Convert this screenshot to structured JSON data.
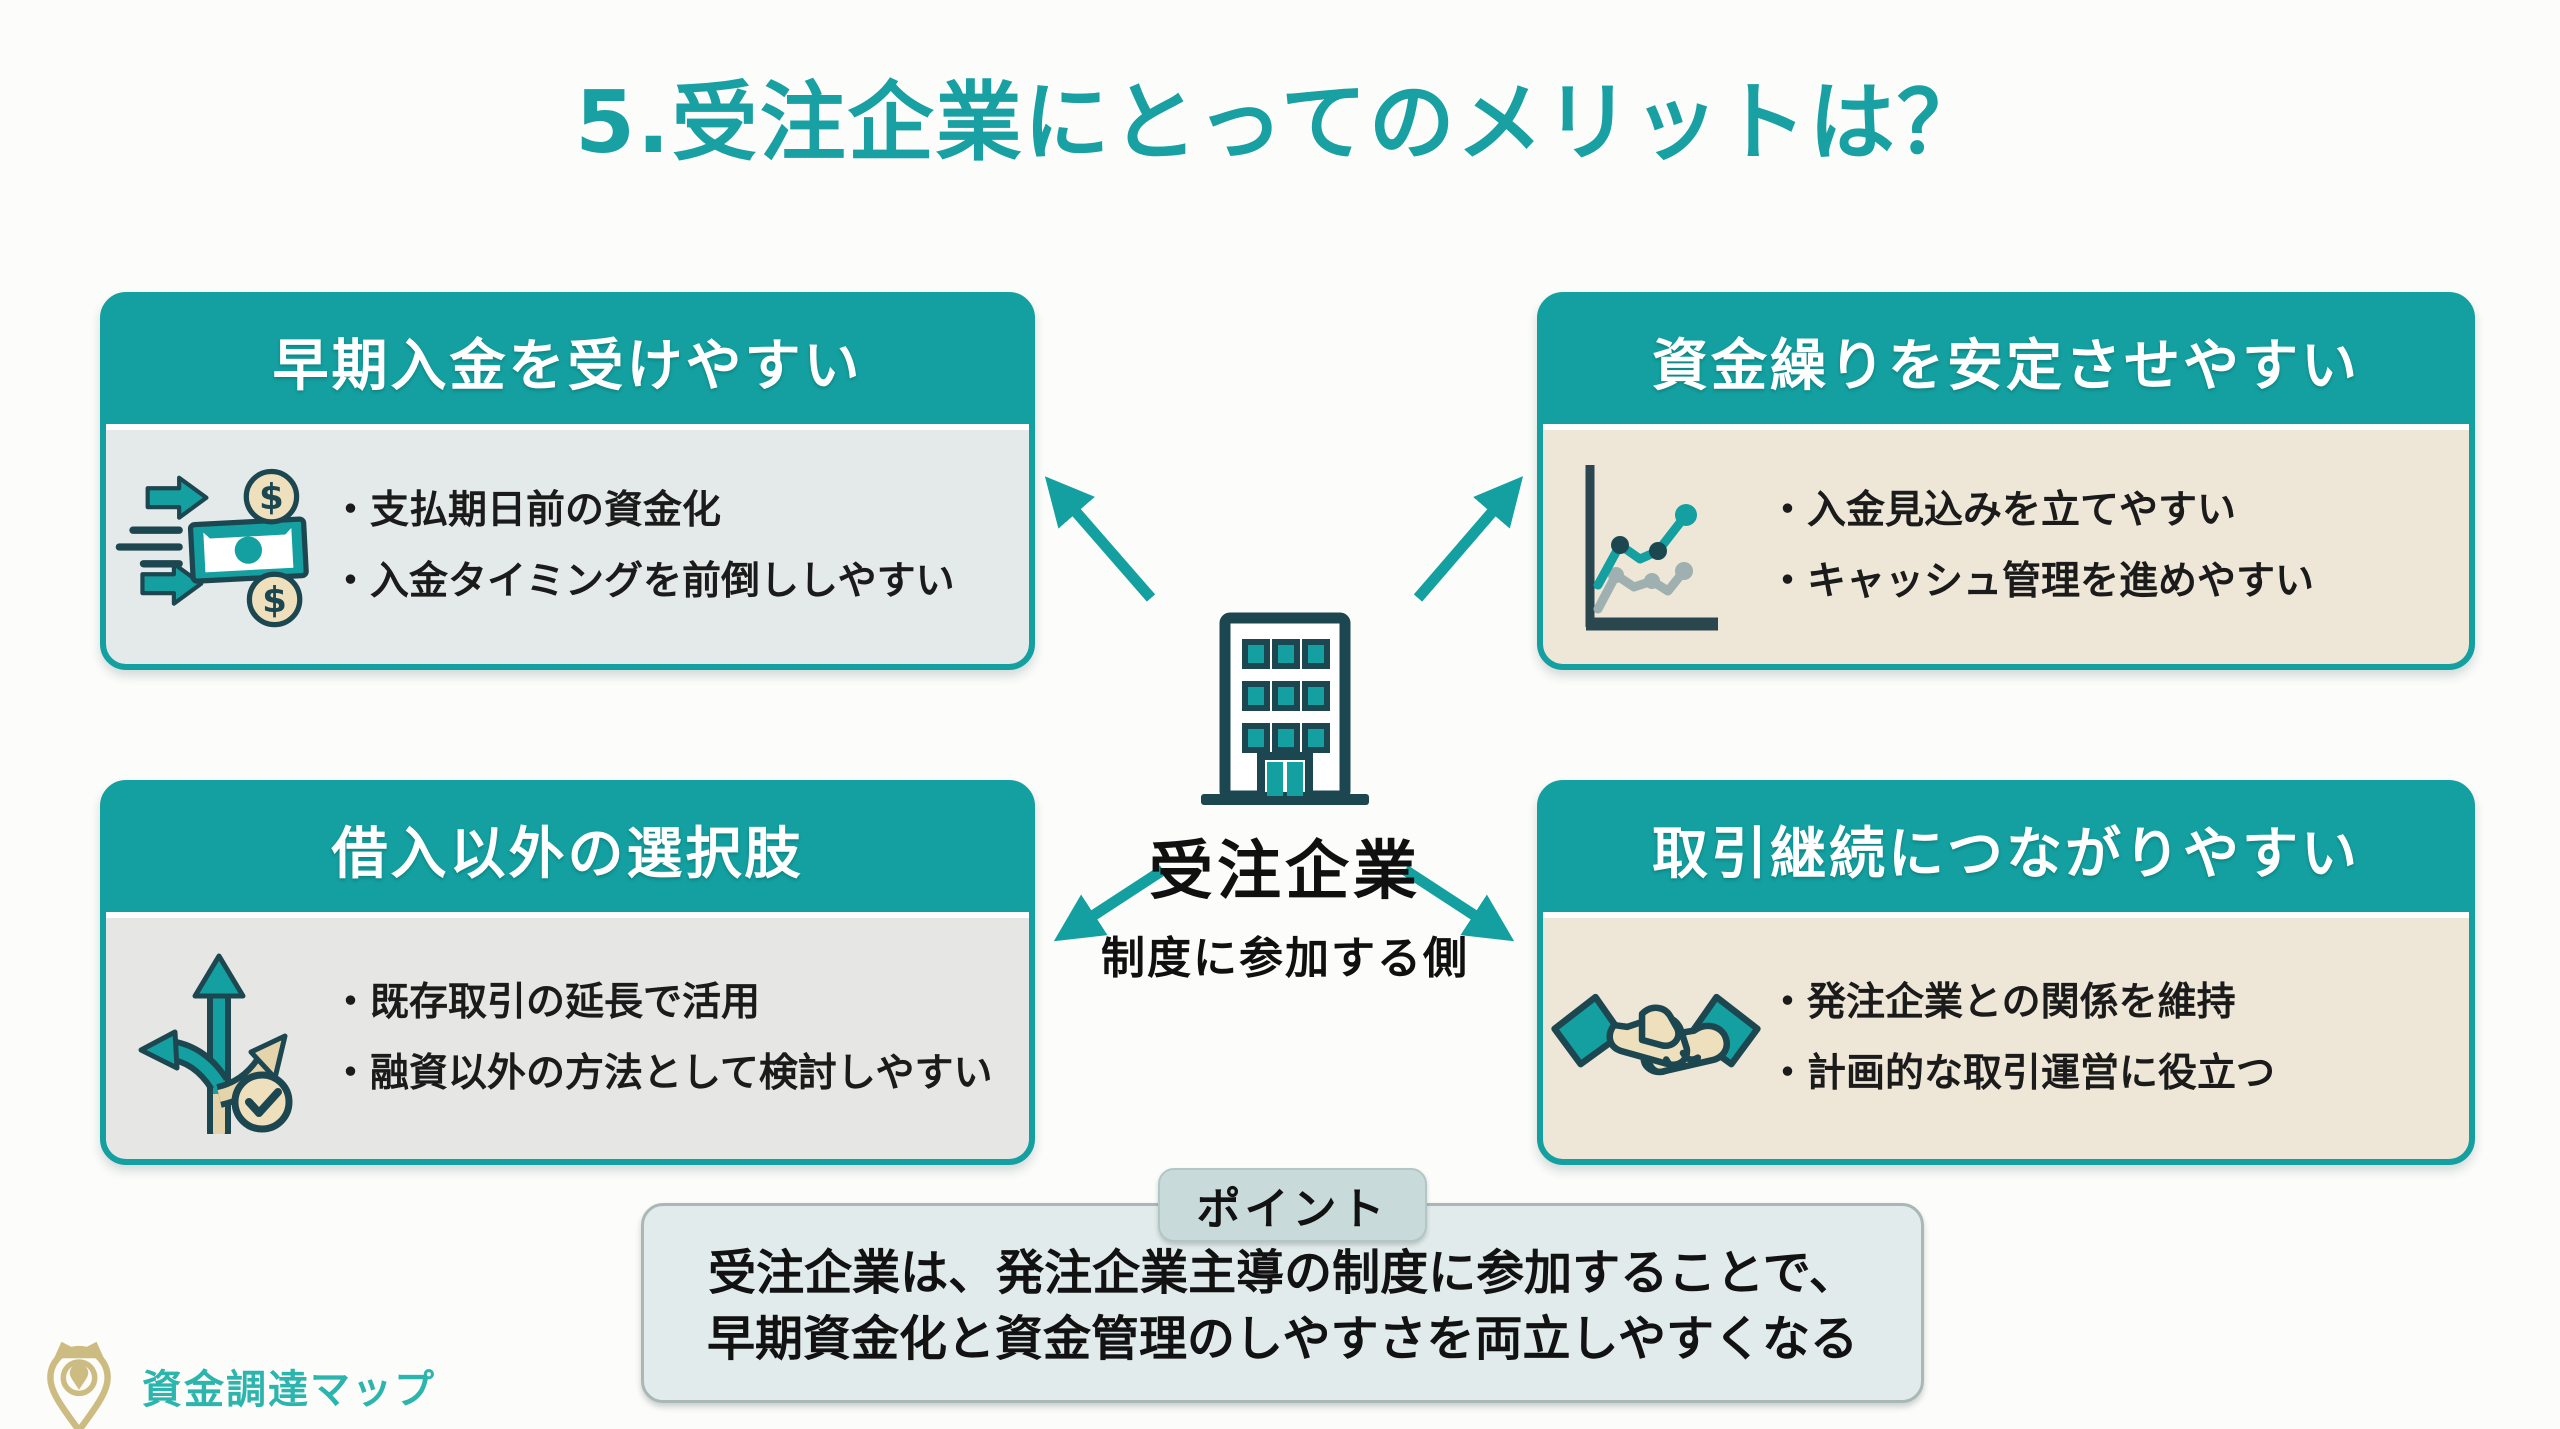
{
  "title": "5.受注企業にとってのメリットは？",
  "center": {
    "label": "受注企業",
    "sublabel": "制度に参加する側",
    "icon": "building-icon"
  },
  "cards": [
    {
      "id": "early-payment",
      "title": "早期入金を受けやすい",
      "icon": "money-transfer-icon",
      "bullets": [
        "・支払期日前の資金化",
        "・入金タイミングを前倒ししやすい"
      ]
    },
    {
      "id": "stable-cashflow",
      "title": "資金繰りを安定させやすい",
      "icon": "line-chart-icon",
      "bullets": [
        "・入金見込みを立てやすい",
        "・キャッシュ管理を進めやすい"
      ]
    },
    {
      "id": "non-borrowing-option",
      "title": "借入以外の選択肢",
      "icon": "branch-arrows-icon",
      "bullets": [
        "・既存取引の延長で活用",
        "・融資以外の方法として検討しやすい"
      ]
    },
    {
      "id": "business-continuity",
      "title": "取引継続につながりやすい",
      "icon": "handshake-icon",
      "bullets": [
        "・発注企業との関係を維持",
        "・計画的な取引運営に役立つ"
      ]
    }
  ],
  "point": {
    "tab": "ポイント",
    "line1": "受注企業は、発注企業主導の制度に参加することで、",
    "line2": "早期資金化と資金管理のしやすさを両立しやすくなる"
  },
  "logo": {
    "text": "資金調達マップ"
  },
  "colors": {
    "bg": "#fcfcfa",
    "teal": "#14a0a0",
    "teal-dark": "#1d4750",
    "title-teal": "#18a0a2",
    "ink": "#1b1b1b",
    "body-cool": "#e4eae9",
    "body-warm": "#eee6d6",
    "body-gray": "#e6e7e5",
    "cream": "#efe0bd",
    "tan": "#e4d3ab",
    "point-bg": "#e2ebeb",
    "point-border": "#a9b7b7",
    "tab-bg": "#c9dada",
    "logo-teal": "#2cb5ad",
    "chart-gray": "#9fb0b0",
    "axis": "#2a464e",
    "gold": "#cdbc82"
  }
}
